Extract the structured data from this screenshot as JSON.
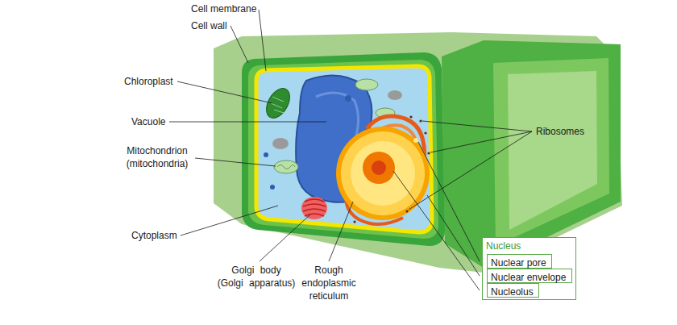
{
  "diagram": {
    "nodes": [
      {
        "text": [
          "Nucleus"
        ]
      },
      {
        "text": [
          "Nuclear pore"
        ],
        "in": 0
      },
      {
        "text": [
          "Nuclear envelope"
        ],
        "in": 0
      },
      {
        "text": [
          "Nucleolus"
        ],
        "in": 0
      }
    ],
    "labels": [
      "Cell membrane",
      "Cell wall",
      "Chloroplast",
      "Vacuole",
      "Mitochondrion (mitochondria)",
      "Ribosomes",
      "Cytoplasm",
      "Golgi body (Golgi apparatus)",
      "Rough endoplasmic reticulum"
    ]
  }
}
